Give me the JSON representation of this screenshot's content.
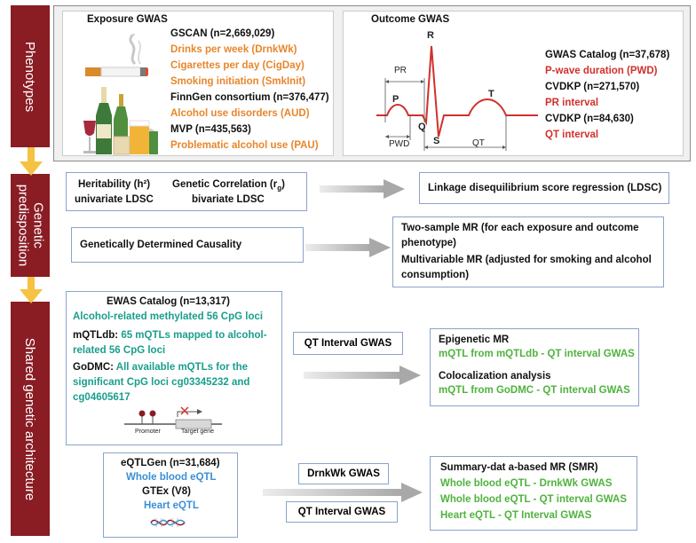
{
  "labels": {
    "phenotypes": "Phenotypes",
    "genetic_line1": "Genetic",
    "genetic_line2": "predisposition",
    "shared": "Shared genetic architecture"
  },
  "phenotypes": {
    "exposure_title": "Exposure GWAS",
    "exposure": [
      {
        "text": "GSCAN (n=2,669,029)",
        "color": "black"
      },
      {
        "text": "Drinks per week (DrnkWk)",
        "color": "orange"
      },
      {
        "text": "Cigarettes per day (CigDay)",
        "color": "orange"
      },
      {
        "text": "Smoking initiation (SmkInit)",
        "color": "orange"
      },
      {
        "text": "FinnGen consortium (n=376,477)",
        "color": "black"
      },
      {
        "text": "Alcohol use disorders (AUD)",
        "color": "orange"
      },
      {
        "text": "MVP (n=435,563)",
        "color": "black"
      },
      {
        "text": "Problematic alcohol use (PAU)",
        "color": "orange"
      }
    ],
    "outcome_title": "Outcome GWAS",
    "outcome": [
      {
        "text": "GWAS Catalog (n=37,678)",
        "color": "black"
      },
      {
        "text": "P-wave duration (PWD)",
        "color": "red"
      },
      {
        "text": "CVDKP (n=271,570)",
        "color": "black"
      },
      {
        "text": "PR interval",
        "color": "red"
      },
      {
        "text": "CVDKP (n=84,630)",
        "color": "black"
      },
      {
        "text": "QT interval",
        "color": "red"
      }
    ],
    "ecg": {
      "R": "R",
      "P": "P",
      "Q": "Q",
      "S": "S",
      "T": "T",
      "PR": "PR",
      "PWD": "PWD",
      "QT": "QT"
    }
  },
  "genetic": {
    "heritability_title": "Heritability (h²)",
    "heritability_method": "univariate LDSC",
    "correlation_title": "Genetic Correlation (r",
    "correlation_sub": "g",
    "correlation_close": ")",
    "correlation_method": "bivariate LDSC",
    "ldsc": "Linkage disequilibrium score regression (LDSC)",
    "causality": "Genetically Determined Causality",
    "mr_line1": "Two-sample MR (for each exposure and outcome",
    "mr_line2": "phenotype)",
    "mr_line3": "Multivariable MR (adjusted for smoking and alcohol",
    "mr_line4": "consumption)"
  },
  "shared": {
    "ewas_title": "EWAS Catalog (n=13,317)",
    "ewas_loci": "Alcohol-related methylated 56 CpG loci",
    "mqtldb_label": "mQTLdb:",
    "mqtldb_line1": "65 mQTLs mapped to alcohol-",
    "mqtldb_line2": "related 56 CpG loci",
    "godmc_label": "GoDMC:",
    "godmc_line1": "All available mQTLs for the",
    "godmc_line2": "significant CpG loci cg03345232 and",
    "godmc_line3": "cg04605617",
    "promoter": "Promoter",
    "target_gene": "Target gene",
    "qt_gwas_1": "QT Interval GWAS",
    "epi_title": "Epigenetic MR",
    "epi_detail": "mQTL from mQTLdb - QT interval GWAS",
    "coloc_title": "Colocalization analysis",
    "coloc_detail": "mQTL from GoDMC - QT interval GWAS",
    "eqtlgen": "eQTLGen (n=31,684)",
    "whole_blood": "Whole blood eQTL",
    "gtex": "GTEx (V8)",
    "heart": "Heart eQTL",
    "drnkwk_gwas": "DrnkWk GWAS",
    "qt_gwas_2": "QT Interval GWAS",
    "smr_title": "Summary-dat a-based MR (SMR)",
    "smr_1": "Whole blood eQTL - DrnkWk GWAS",
    "smr_2": "Whole blood eQTL - QT  interval GWAS",
    "smr_3": "Heart eQTL - QT Interval GWAS"
  },
  "colors": {
    "label_bg": "#8a1c24",
    "box_border": "#8aa4c8",
    "flow_arrow": "#f5c242",
    "exposure_trait": "#e8862c",
    "outcome_trait": "#d0312d",
    "methylation": "#1a9e8c",
    "result": "#4fb33e",
    "eqtl": "#3a8fd6"
  }
}
